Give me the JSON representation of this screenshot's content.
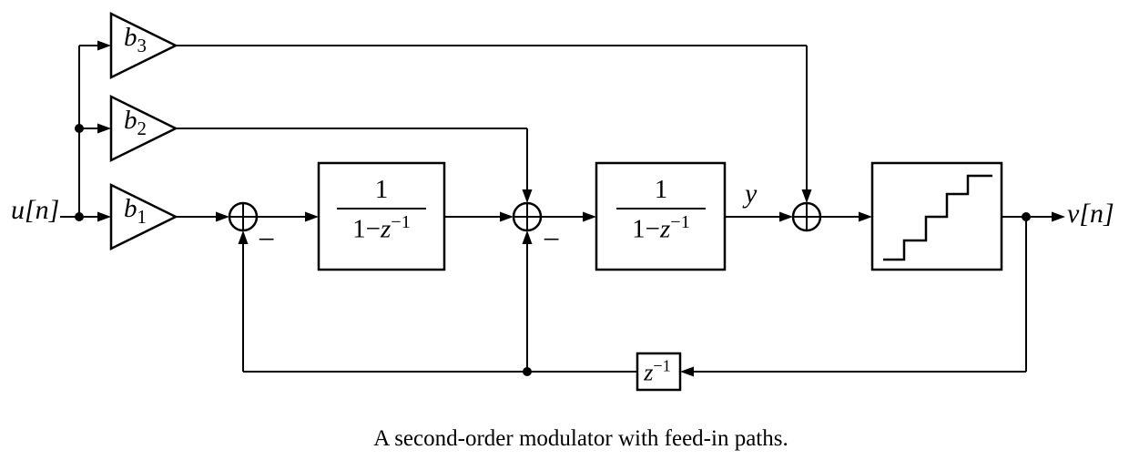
{
  "diagram": {
    "background": "#ffffff",
    "line_color": "#000000",
    "input_label": "u[n]",
    "output_label": "v[n]",
    "intermediate_label": "y",
    "minus_sign": "−",
    "gains": [
      {
        "name": "b3",
        "base": "b",
        "sub": "3"
      },
      {
        "name": "b2",
        "base": "b",
        "sub": "2"
      },
      {
        "name": "b1",
        "base": "b",
        "sub": "1"
      }
    ],
    "integrator": {
      "numerator": "1",
      "denominator_pre": "1−",
      "denominator_var": "z",
      "denominator_exp": "−1"
    },
    "delay": {
      "base": "z",
      "exponent": "−1"
    }
  },
  "caption": "A second-order modulator with feed-in paths."
}
